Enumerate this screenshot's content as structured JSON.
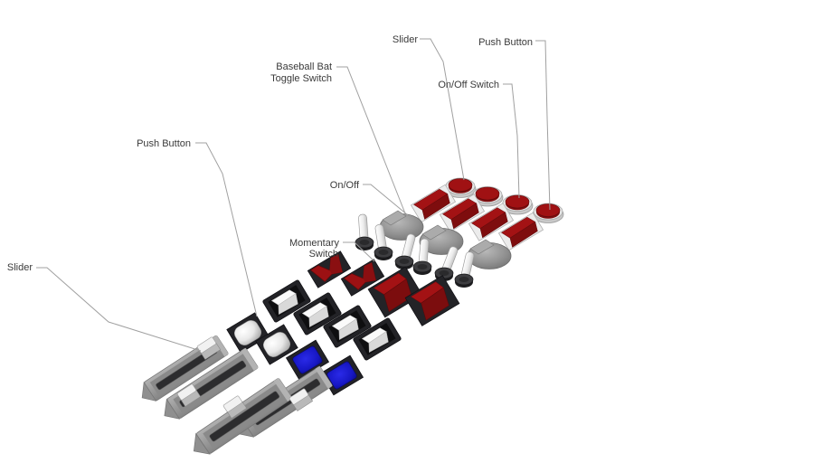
{
  "scene": {
    "background": "#ffffff",
    "description_labels": 8,
    "components": [
      {
        "type": "push-button-round-red",
        "count": 4
      },
      {
        "type": "rocker-switch-red-silver-base",
        "count": 4
      },
      {
        "type": "rotary-dome-knob-gray",
        "count": 3
      },
      {
        "type": "baseball-bat-toggle-switch",
        "count": 6
      },
      {
        "type": "momentary-switch-red",
        "count": 2
      },
      {
        "type": "rocker-switch-red-black-base",
        "count": 2
      },
      {
        "type": "rocker-switch-white",
        "count": 4
      },
      {
        "type": "push-button-square-white",
        "count": 2
      },
      {
        "type": "push-button-square-blue",
        "count": 2
      },
      {
        "type": "slider",
        "count": 4
      }
    ]
  },
  "labels": {
    "slider_top": {
      "text": "Slider"
    },
    "push_button_top": {
      "text": "Push Button"
    },
    "on_off_switch": {
      "text": "On/Off Switch"
    },
    "baseball_bat": {
      "line1": "Baseball Bat",
      "line2": "Toggle Switch"
    },
    "on_off": {
      "text": "On/Off"
    },
    "momentary": {
      "line1": "Momentary",
      "line2": "Switch"
    },
    "push_button_left": {
      "text": "Push Button"
    },
    "slider_left": {
      "text": "Slider"
    }
  },
  "colors": {
    "background": "#ffffff",
    "label_text": "#3a3a3a",
    "leader_line": "#a0a0a0",
    "component_red": "#9c1113",
    "component_red_dark": "#7a0d0e",
    "blue_button": "#1b1bd2",
    "black_base": "#232327",
    "silver_base": "#ececec",
    "gray_knob": "#8f8f8f",
    "slider_rail": "#9f9f9f",
    "white_part": "#f5f5f5"
  }
}
